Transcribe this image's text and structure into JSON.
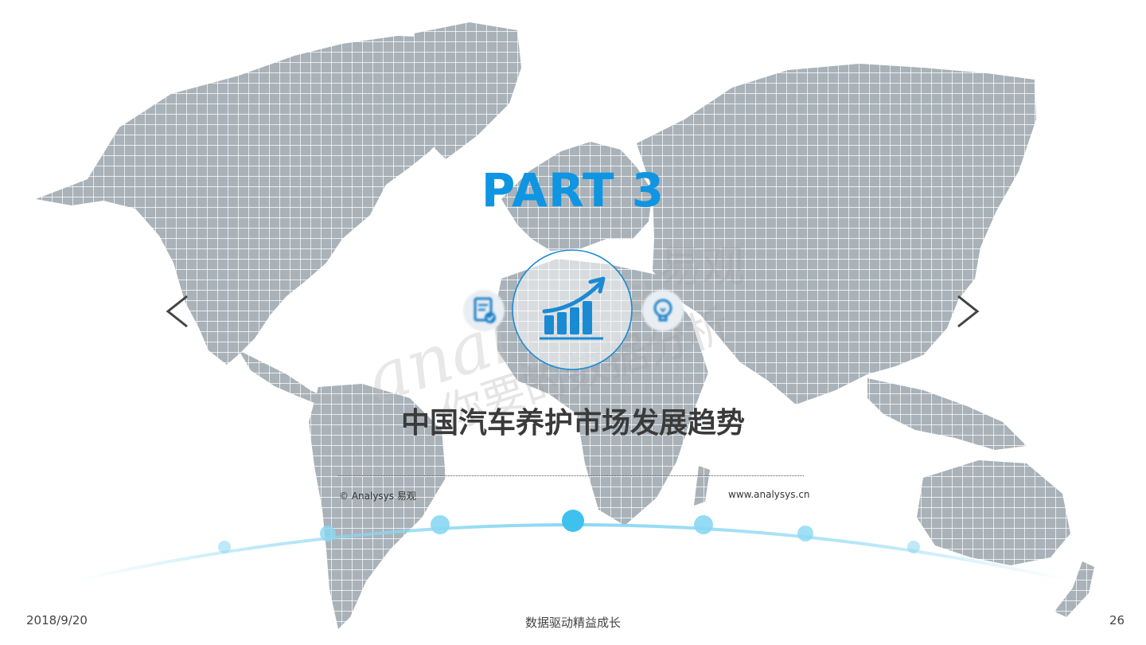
{
  "slide": {
    "part_title": "PART 3",
    "headline": "中国汽车养护市场发展趋势",
    "copyright": "© Analysys 易观",
    "website": "www.analysys.cn",
    "watermark_brand": "analysys",
    "watermark_cn": "你要的数据分析",
    "watermark_cn2": "易观"
  },
  "footer": {
    "date": "2018/9/20",
    "slogan": "数据驱动精益成长",
    "page": "26"
  },
  "icons": {
    "left": "report-check-icon",
    "center": "growth-chart-icon",
    "right": "lightbulb-icon",
    "prev": "chevron-left-icon",
    "next": "chevron-right-icon"
  },
  "colors": {
    "accent": "#0f95e2",
    "map": "#a9b2b9",
    "arc": "#8ad7f3",
    "headline": "#3a3a3a"
  }
}
